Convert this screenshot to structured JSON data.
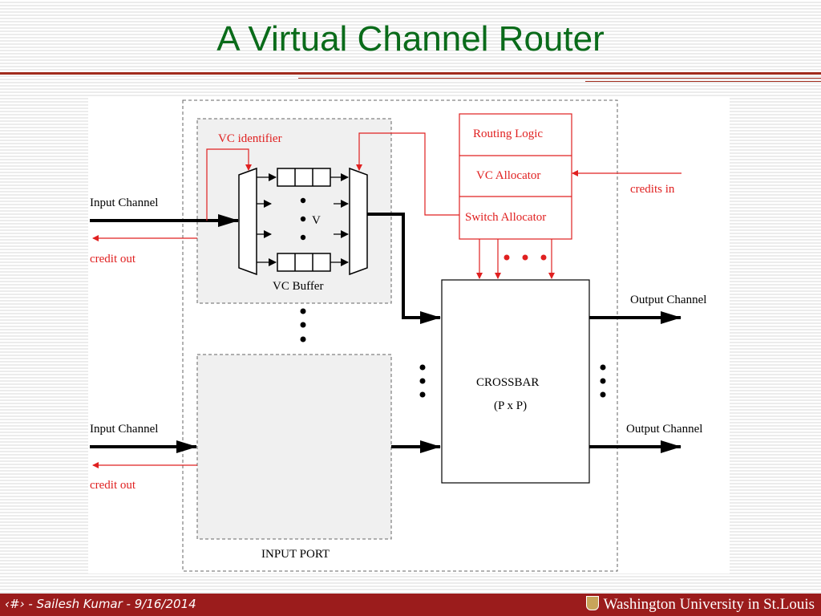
{
  "slide": {
    "title": "A Virtual Channel Router",
    "footer_text": "‹#› - Sailesh Kumar - 9/16/2014",
    "footer_logo": "Washington University in St.Louis"
  },
  "diagram": {
    "vc_identifier": "VC identifier",
    "input_channel_1": "Input Channel",
    "credit_out_1": "credit out",
    "v_label": "V",
    "vc_buffer": "VC Buffer",
    "routing_logic": "Routing Logic",
    "vc_allocator": "VC Allocator",
    "switch_allocator": "Switch Allocator",
    "credits_in": "credits in",
    "output_channel_1": "Output Channel",
    "crossbar": "CROSSBAR",
    "crossbar_size": "(P x P)",
    "input_channel_2": "Input Channel",
    "credit_out_2": "credit out",
    "output_channel_2": "Output Channel",
    "input_port": "INPUT PORT"
  },
  "colors": {
    "title": "#0a6b1a",
    "accent_red": "#e02020",
    "footer": "#9b1c1c",
    "rule": "#a02b1c"
  }
}
